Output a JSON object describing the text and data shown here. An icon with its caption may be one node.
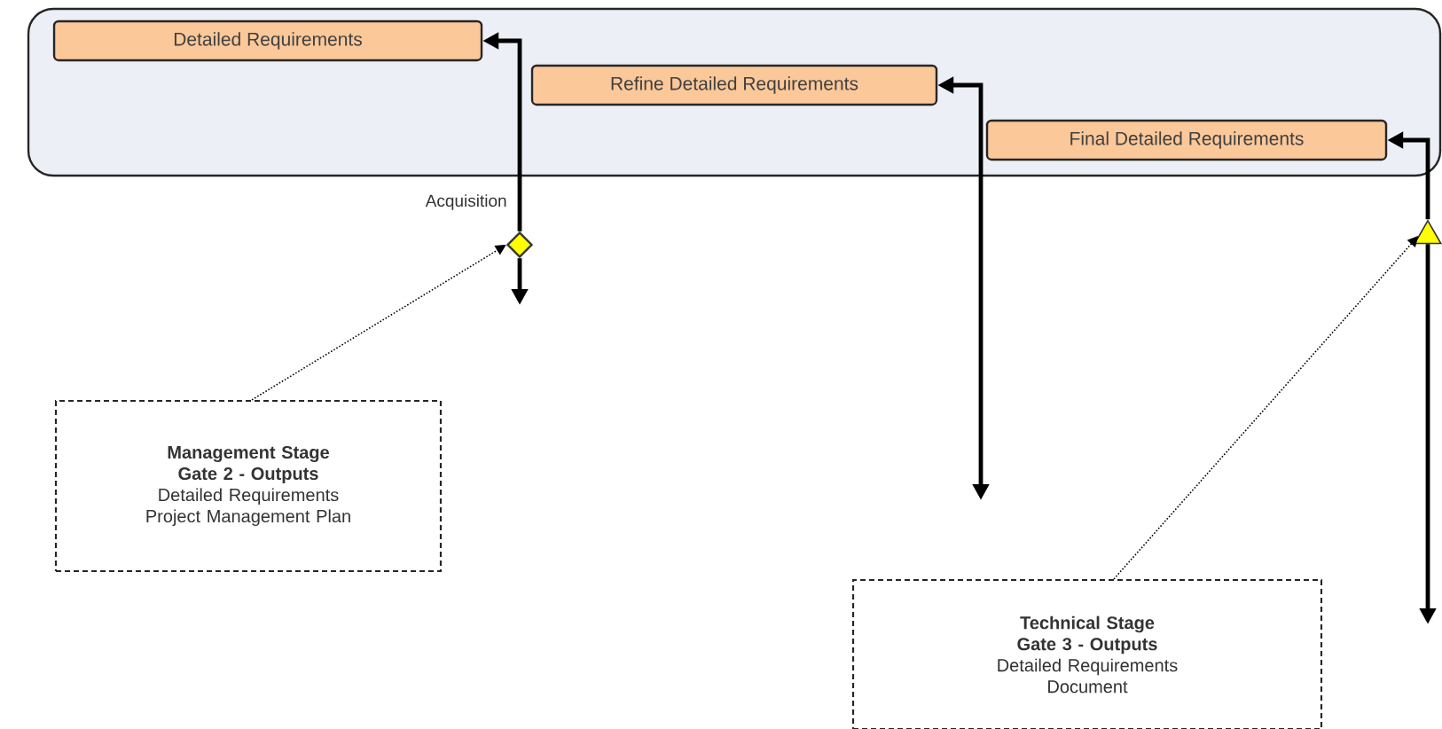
{
  "diagram": {
    "nodes": [
      {
        "text": [],
        "shape": "box"
      },
      {
        "text": [
          "Detailed Requirements"
        ],
        "in": 0
      },
      {
        "text": [
          "Refine Detailed Requirements"
        ],
        "in": 0
      },
      {
        "text": [
          "Final Detailed Requirements"
        ],
        "in": 0
      },
      {
        "text": [],
        "shape": "diamond"
      },
      {
        "text": [],
        "shape": "triangle"
      },
      {
        "text": [
          "Management Stage Gate 2 - Outputs",
          "Detailed Requirements",
          "Project Management Plan"
        ]
      },
      {
        "text": [
          "Technical Stage Gate 3 - Outputs",
          "Detailed Requirements Document"
        ]
      }
    ],
    "edges": [
      {
        "from": 4,
        "to": 1,
        "arrow": "to"
      },
      {
        "from": 4,
        "to": null,
        "arrow": "to"
      },
      {
        "from": 2,
        "to": null,
        "arrow": "both"
      },
      {
        "from": 5,
        "to": 3,
        "arrow": "to"
      },
      {
        "from": 5,
        "to": null,
        "arrow": "to"
      },
      {
        "from": 6,
        "to": 4,
        "arrow": "to",
        "style": "dashed"
      },
      {
        "from": 7,
        "to": 5,
        "arrow": "to",
        "style": "dashed"
      }
    ],
    "labels": [
      "Acquisition"
    ]
  }
}
